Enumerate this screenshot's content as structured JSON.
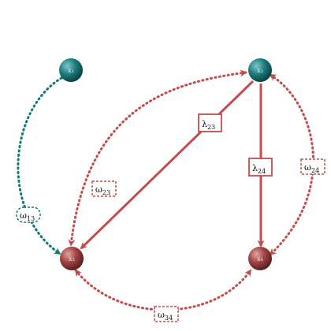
{
  "colors": {
    "teal": "#0f7a7a",
    "red": "#c24c4c",
    "tealNode": "#166f70",
    "redNode": "#9a3b3b"
  },
  "nodes": {
    "x1": {
      "label": "x₁"
    },
    "x2": {
      "label": "x₂"
    },
    "x3": {
      "label": "x₃"
    },
    "x4": {
      "label": "x₄"
    }
  },
  "edges": {
    "lambda23": {
      "symbol": "λ",
      "index": "23"
    },
    "lambda24": {
      "symbol": "λ",
      "index": "24"
    },
    "omega13": {
      "symbol": "ω",
      "index": "13"
    },
    "omega23": {
      "symbol": "ω",
      "index": "23"
    },
    "omega24": {
      "symbol": "ω",
      "index": "24"
    },
    "omega34": {
      "symbol": "ω",
      "index": "34"
    }
  }
}
